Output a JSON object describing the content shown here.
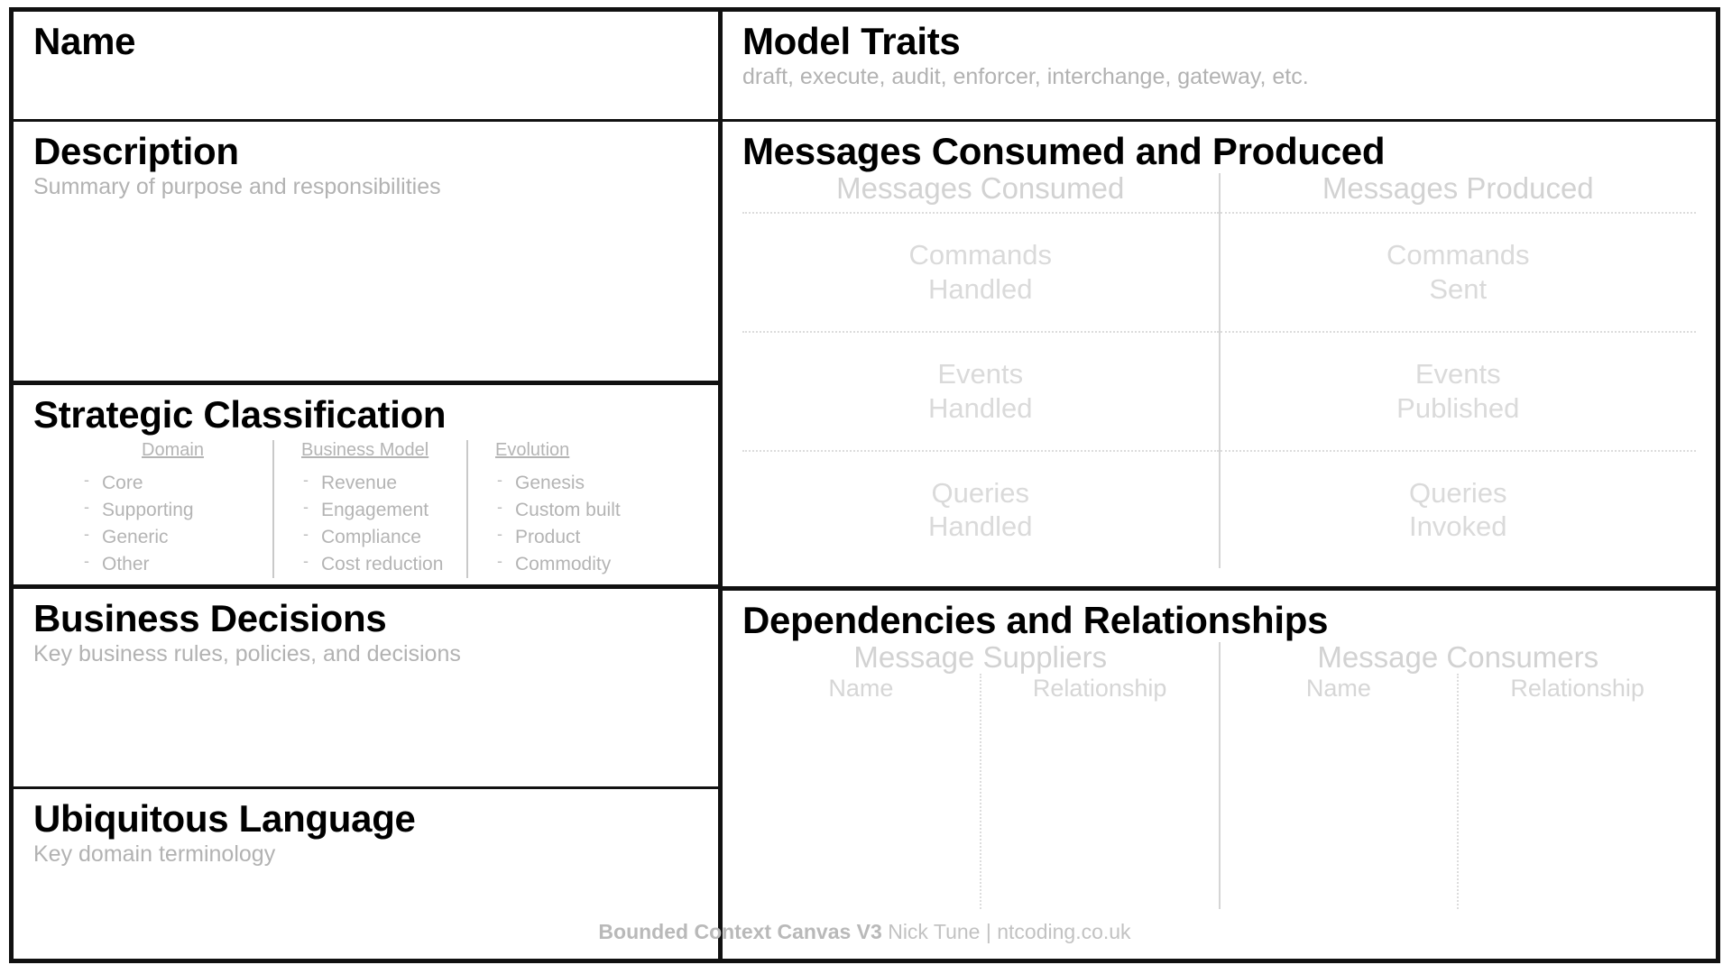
{
  "canvas": {
    "footer": {
      "title": "Bounded Context Canvas V3",
      "author": "Nick Tune",
      "separator": "|",
      "site": "ntcoding.co.uk"
    },
    "colors": {
      "border": "#111111",
      "heading": "#000000",
      "muted": "#b2b2b2",
      "faint": "#d5d5d5",
      "background": "#ffffff"
    }
  },
  "left": {
    "name": {
      "title": "Name",
      "subtitle": ""
    },
    "description": {
      "title": "Description",
      "subtitle": "Summary of purpose and responsibilities"
    },
    "strategic": {
      "title": "Strategic Classification",
      "columns": [
        {
          "header": "Domain",
          "items": [
            "Core",
            "Supporting",
            "Generic",
            "Other"
          ]
        },
        {
          "header": "Business Model",
          "items": [
            "Revenue",
            "Engagement",
            "Compliance",
            "Cost reduction"
          ]
        },
        {
          "header": "Evolution",
          "items": [
            "Genesis",
            "Custom built",
            "Product",
            "Commodity"
          ]
        }
      ]
    },
    "decisions": {
      "title": "Business Decisions",
      "subtitle": "Key business rules, policies, and decisions"
    },
    "language": {
      "title": "Ubiquitous Language",
      "subtitle": "Key domain terminology"
    }
  },
  "right": {
    "traits": {
      "title": "Model Traits",
      "subtitle": "draft, execute, audit, enforcer, interchange, gateway, etc."
    },
    "messages": {
      "title": "Messages Consumed and Produced",
      "consumed": {
        "heading": "Messages Consumed",
        "rows": [
          {
            "line1": "Commands",
            "line2": "Handled"
          },
          {
            "line1": "Events",
            "line2": "Handled"
          },
          {
            "line1": "Queries",
            "line2": "Handled"
          }
        ]
      },
      "produced": {
        "heading": "Messages Produced",
        "rows": [
          {
            "line1": "Commands",
            "line2": "Sent"
          },
          {
            "line1": "Events",
            "line2": "Published"
          },
          {
            "line1": "Queries",
            "line2": "Invoked"
          }
        ]
      }
    },
    "dependencies": {
      "title": "Dependencies and Relationships",
      "suppliers": {
        "heading": "Message Suppliers",
        "col_name": "Name",
        "col_relationship": "Relationship"
      },
      "consumers": {
        "heading": "Message Consumers",
        "col_name": "Name",
        "col_relationship": "Relationship"
      }
    }
  }
}
